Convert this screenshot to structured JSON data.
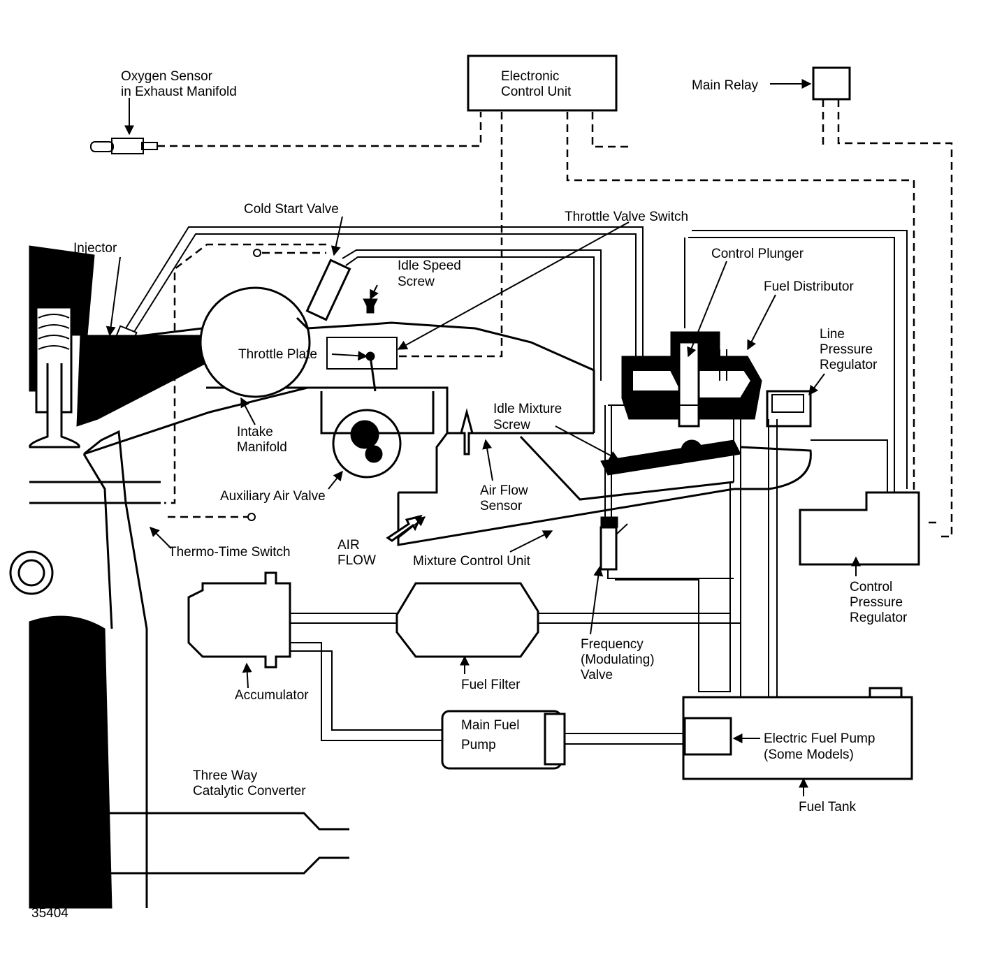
{
  "figure_number": "35404",
  "labels": {
    "oxygen_sensor": [
      "Oxygen Sensor",
      "in Exhaust Manifold"
    ],
    "ecu": [
      "Electronic",
      "Control Unit"
    ],
    "main_relay": "Main Relay",
    "cold_start_valve": "Cold Start Valve",
    "throttle_valve_switch": "Throttle Valve Switch",
    "injector": "Injector",
    "control_plunger": "Control Plunger",
    "idle_speed_screw": [
      "Idle Speed",
      "Screw"
    ],
    "fuel_distributor": "Fuel Distributor",
    "line_pressure_regulator": [
      "Line",
      "Pressure",
      "Regulator"
    ],
    "throttle_plate": "Throttle Plate",
    "idle_mixture_screw": [
      "Idle Mixture",
      "Screw"
    ],
    "intake_manifold": [
      "Intake",
      "Manifold"
    ],
    "air_flow_sensor": [
      "Air Flow",
      "Sensor"
    ],
    "auxiliary_air_valve": "Auxiliary Air Valve",
    "air_flow": [
      "AIR",
      "FLOW"
    ],
    "thermo_time_switch": "Thermo-Time Switch",
    "mixture_control_unit": "Mixture Control Unit",
    "control_pressure_regulator": [
      "Control",
      "Pressure",
      "Regulator"
    ],
    "frequency_valve": [
      "Frequency",
      "(Modulating)",
      "Valve"
    ],
    "fuel_filter": "Fuel Filter",
    "accumulator": "Accumulator",
    "main_fuel_pump": [
      "Main Fuel",
      "Pump"
    ],
    "electric_fuel_pump": [
      "Electric Fuel Pump",
      "(Some Models)"
    ],
    "fuel_tank": "Fuel Tank",
    "catalytic_converter": [
      "Three Way",
      "Catalytic Converter"
    ]
  }
}
